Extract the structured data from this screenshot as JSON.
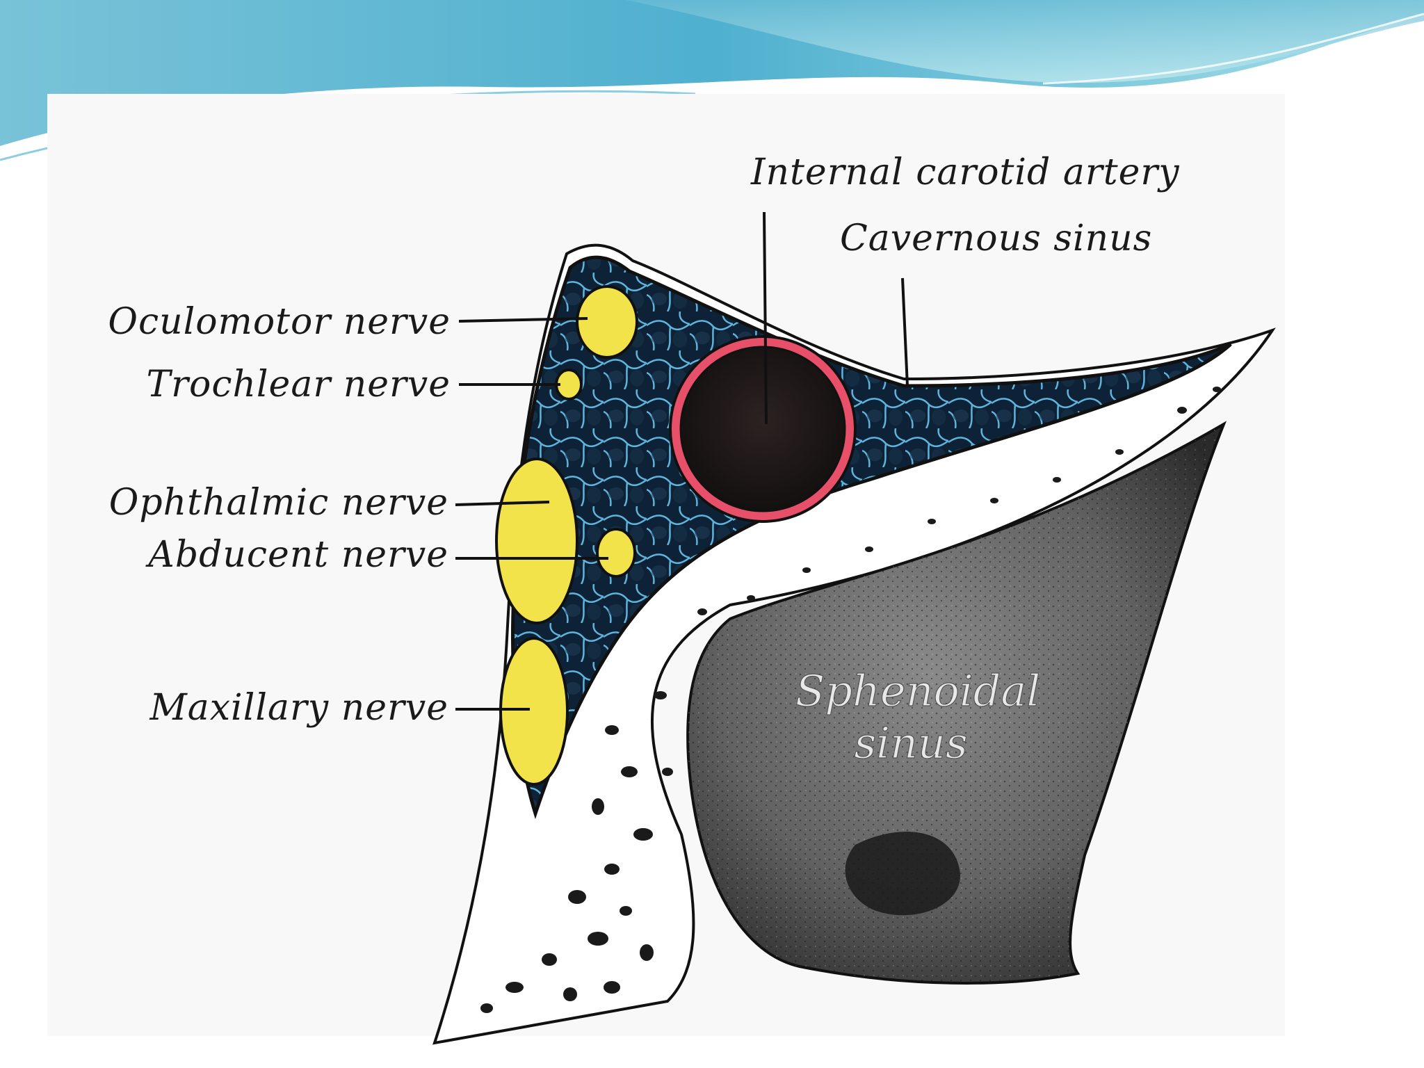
{
  "slide": {
    "accent_color": "#5fb8d6",
    "accent_light": "#9fd8e6"
  },
  "diagram": {
    "labels": {
      "internal_carotid_artery": "Internal carotid artery",
      "cavernous_sinus": "Cavernous sinus",
      "oculomotor_nerve": "Oculomotor nerve",
      "trochlear_nerve": "Trochlear nerve",
      "ophthalmic_nerve": "Ophthalmic nerve",
      "abducent_nerve": "Abducent nerve",
      "maxillary_nerve": "Maxillary nerve",
      "sphenoidal_sinus_line1": "Sphenoidal",
      "sphenoidal_sinus_line2": "sinus"
    },
    "colors": {
      "sinus_fill": "#0d2236",
      "sinus_lines": "#5fb4dc",
      "nerve_fill": "#f2e34a",
      "artery_wall": "#e8506a",
      "artery_lumen": "#1a1414",
      "bone_fill": "#6e6e6e"
    }
  }
}
